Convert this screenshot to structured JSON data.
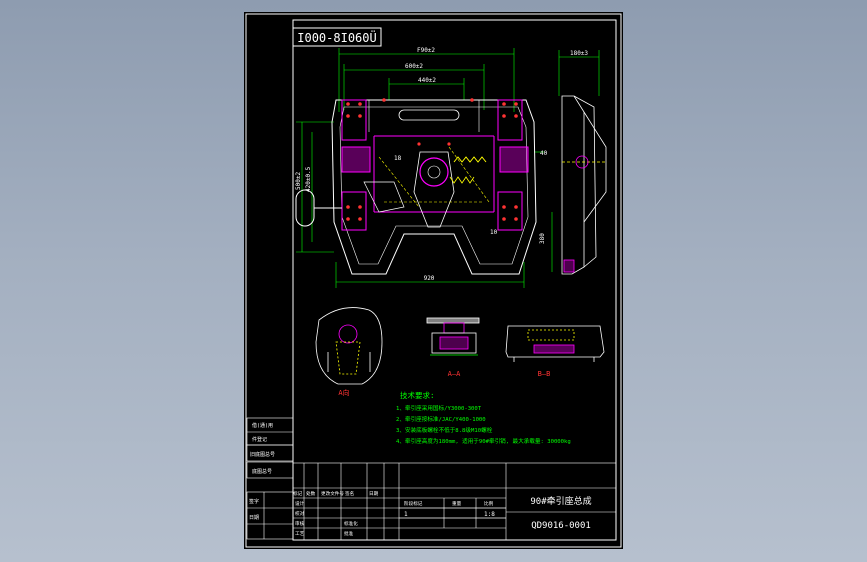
{
  "drawing": {
    "code_box": "I000-8I060Ü",
    "main_view_dims": {
      "top_overall": "F90±2",
      "top_mid": "600±2",
      "top_inner": "440±2",
      "right_top": "180±3",
      "left_outer": "500±2",
      "left_inner": "420±0.5",
      "mid_small": "18",
      "bottom_small": "10",
      "side_right_mid": "40",
      "side_bottom": "380",
      "bottom_overall": "920"
    },
    "section_labels": [
      "A向",
      "A—A",
      "B—B"
    ],
    "tech_requirements": {
      "title": "技术要求:",
      "items": [
        "1、牵引座采用国标/Y3000-300T",
        "2、牵引座按标准/JAC/Y400-1000",
        "3、安装底板螺栓不低于8.8级M10螺栓",
        "4、牵引座高度为180mm, 适用于90#牵引销, 最大承载量: 30000kg"
      ]
    },
    "title_block": {
      "drawing_name": "90#牵引座总成",
      "drawing_number": "QD9016-0001",
      "quantity": "1",
      "scale": "1:8",
      "left_labels": [
        "借(通)用",
        "件登记",
        "旧底图总号",
        "底图总号",
        "签字",
        "日期"
      ],
      "sign_labels": [
        "标记",
        "处数",
        "更改文件号",
        "签名",
        "日期"
      ],
      "role_labels": [
        "设计",
        "校对",
        "审核",
        "工艺",
        "标准化",
        "批准"
      ],
      "mid_headers": [
        "阶段标记",
        "重量",
        "比例"
      ]
    },
    "colors": {
      "background": "#000000",
      "outline": "#ffffff",
      "dimension": "#00ff00",
      "part_magenta": "#ff00ff",
      "hidden_yellow": "#ffff00",
      "marker_red": "#ff3333",
      "text_green": "#00ff00"
    }
  }
}
